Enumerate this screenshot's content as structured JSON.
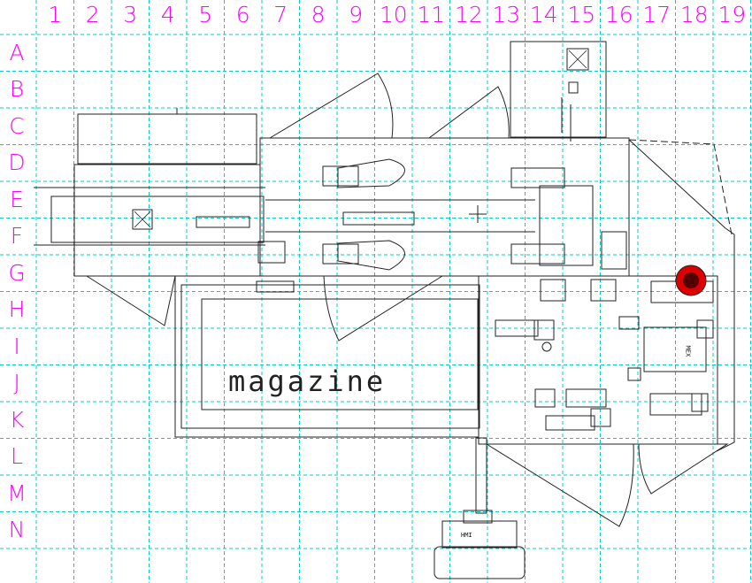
{
  "grid": {
    "columns": [
      "1",
      "2",
      "3",
      "4",
      "5",
      "6",
      "7",
      "8",
      "9",
      "10",
      "11",
      "12",
      "13",
      "14",
      "15",
      "16",
      "17",
      "18",
      "19"
    ],
    "rows": [
      "A",
      "B",
      "C",
      "D",
      "E",
      "F",
      "G",
      "H",
      "I",
      "J",
      "K",
      "L",
      "M",
      "N"
    ],
    "label_color": "#ff00ff",
    "line_color": "#00cccc"
  },
  "labels": {
    "magazine": "magazine",
    "hmi": "HMI",
    "side_box": "MEX"
  },
  "colors": {
    "drawing": "#222222",
    "emergency_stop": "#dd0000"
  }
}
